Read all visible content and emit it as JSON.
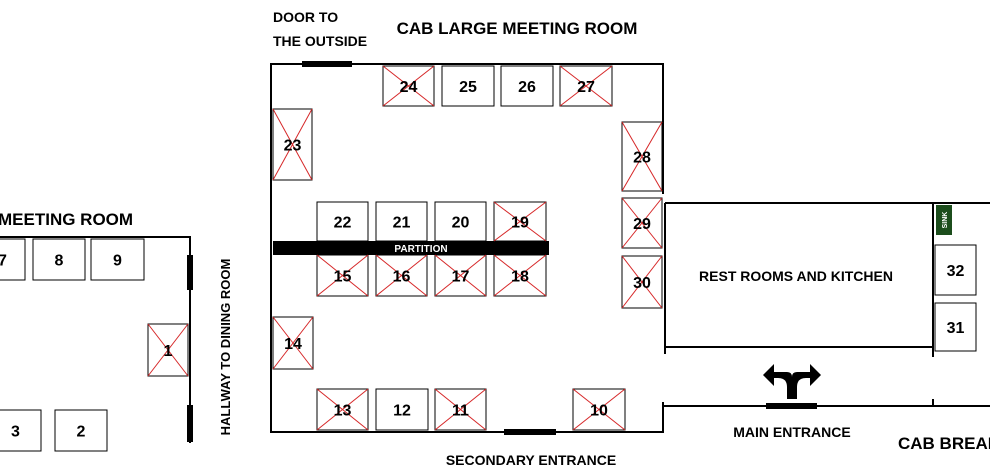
{
  "labels": {
    "door_outside_1": "DOOR TO",
    "door_outside_2": "THE OUTSIDE",
    "large_room": "CAB LARGE MEETING ROOM",
    "small_room": "MEETING ROOM",
    "hallway": "HALLWAY TO DINING ROOM",
    "partition": "PARTITION",
    "restrooms": "REST ROOMS AND KITCHEN",
    "sink": "SINK",
    "main_entrance": "MAIN ENTRANCE",
    "secondary_entrance": "SECONDARY ENTRANCE",
    "cab_break": "CAB BREAK"
  },
  "booths": [
    {
      "id": "24",
      "taken": true
    },
    {
      "id": "25",
      "taken": false
    },
    {
      "id": "26",
      "taken": false
    },
    {
      "id": "27",
      "taken": true
    },
    {
      "id": "23",
      "taken": true
    },
    {
      "id": "28",
      "taken": true
    },
    {
      "id": "29",
      "taken": true
    },
    {
      "id": "30",
      "taken": true
    },
    {
      "id": "22",
      "taken": false
    },
    {
      "id": "21",
      "taken": false
    },
    {
      "id": "20",
      "taken": false
    },
    {
      "id": "19",
      "taken": true
    },
    {
      "id": "15",
      "taken": true
    },
    {
      "id": "16",
      "taken": true
    },
    {
      "id": "17",
      "taken": true
    },
    {
      "id": "18",
      "taken": true
    },
    {
      "id": "14",
      "taken": true
    },
    {
      "id": "13",
      "taken": true
    },
    {
      "id": "12",
      "taken": false
    },
    {
      "id": "11",
      "taken": true
    },
    {
      "id": "10",
      "taken": true
    },
    {
      "id": "7",
      "taken": false
    },
    {
      "id": "8",
      "taken": false
    },
    {
      "id": "9",
      "taken": false
    },
    {
      "id": "1",
      "taken": true
    },
    {
      "id": "3",
      "taken": false
    },
    {
      "id": "2",
      "taken": false
    },
    {
      "id": "32",
      "taken": false
    },
    {
      "id": "31",
      "taken": false
    }
  ]
}
